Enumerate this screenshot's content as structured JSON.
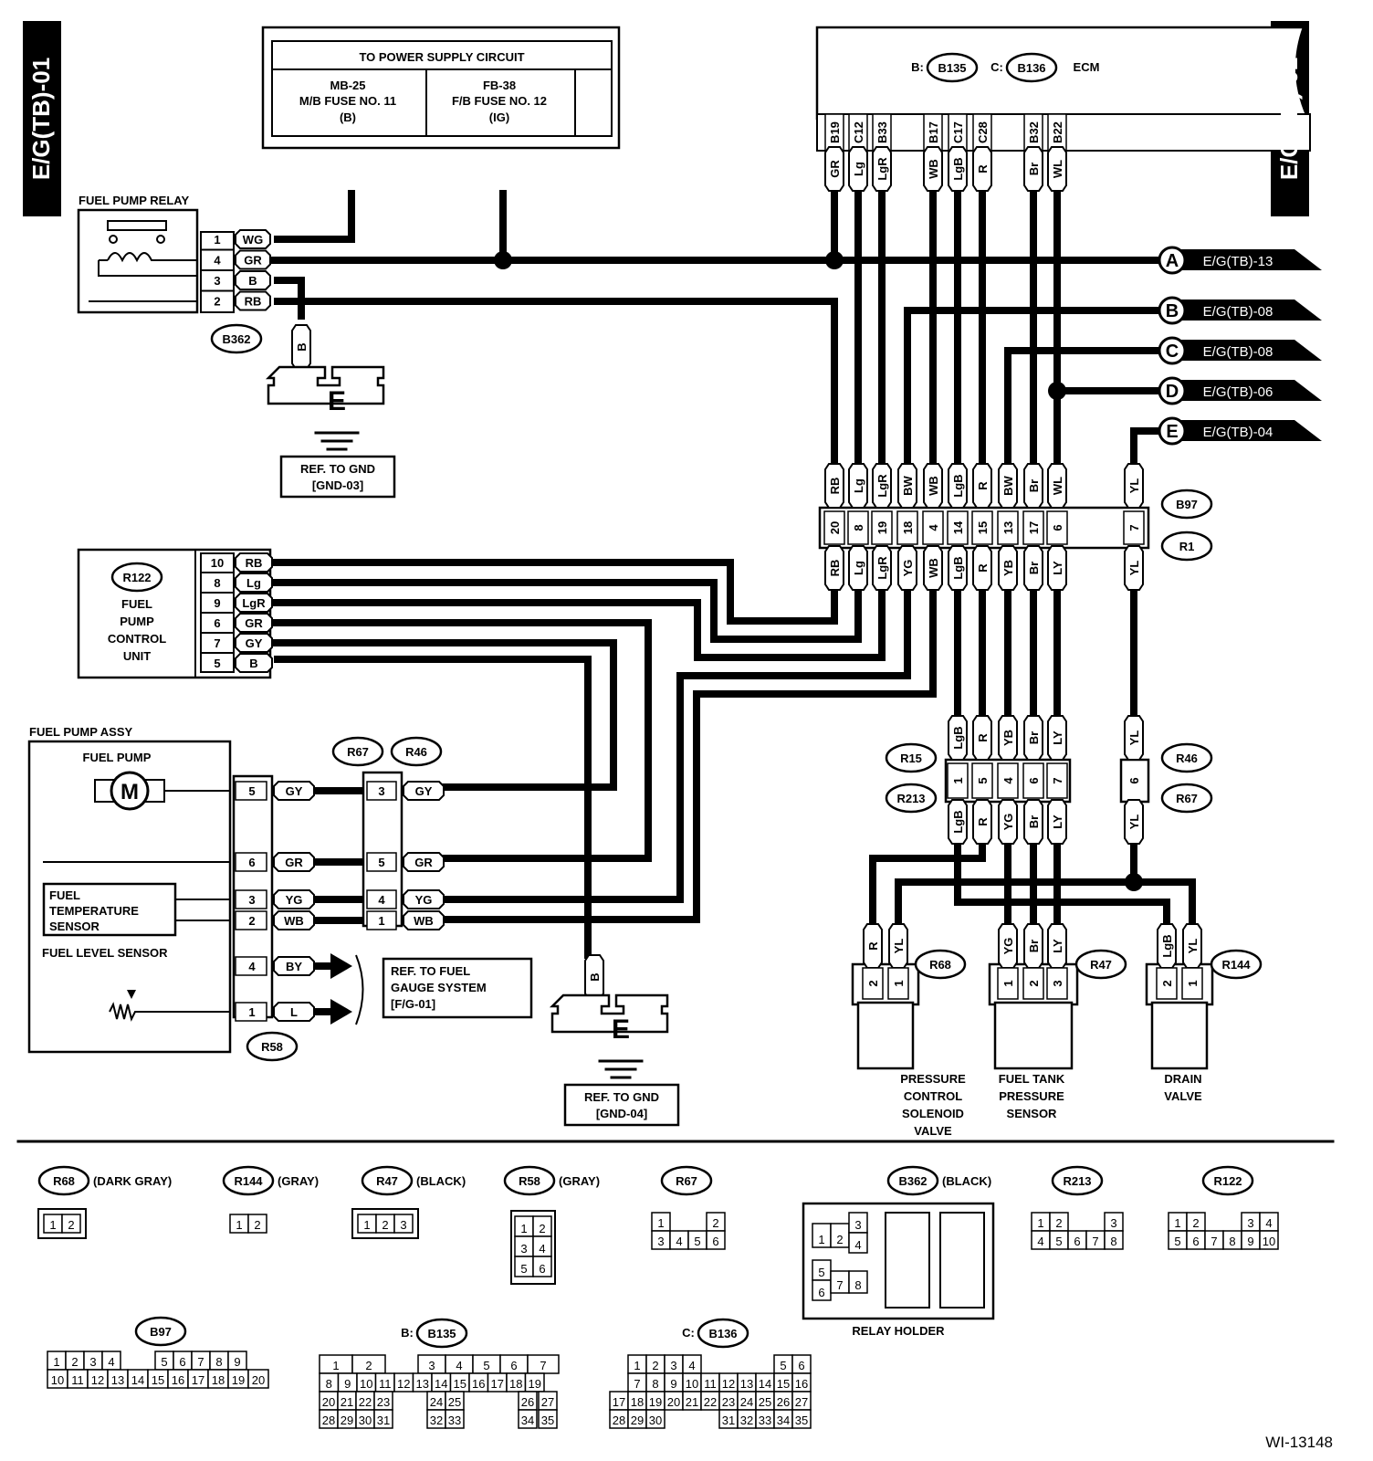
{
  "page_code": "E/G(TB)-01",
  "figure_id": "WI-13148",
  "colors": {
    "ink": "#000000",
    "paper": "#ffffff"
  },
  "power_supply": {
    "title": "TO POWER SUPPLY CIRCUIT",
    "fuses": [
      {
        "line1": "MB-25",
        "line2": "M/B FUSE NO. 11",
        "line3": "(B)",
        "wire": "WG"
      },
      {
        "line1": "FB-38",
        "line2": "F/B FUSE NO. 12",
        "line3": "(IG)",
        "wire": "GR"
      }
    ]
  },
  "ecm": {
    "prefix_b": "B:",
    "conn_b": "B135",
    "prefix_c": "C:",
    "conn_c": "B136",
    "label": "ECM",
    "terminals": [
      {
        "pin": "B19",
        "wire": "GR"
      },
      {
        "pin": "C12",
        "wire": "Lg"
      },
      {
        "pin": "B33",
        "wire": "LgR"
      },
      {
        "pin": "B17",
        "wire": "WB"
      },
      {
        "pin": "C17",
        "wire": "LgB"
      },
      {
        "pin": "C28",
        "wire": "R"
      },
      {
        "pin": "B32",
        "wire": "Br"
      },
      {
        "pin": "B22",
        "wire": "WL"
      }
    ]
  },
  "fuel_pump_relay": {
    "title": "FUEL PUMP RELAY",
    "connector": "B362",
    "pins": [
      {
        "pin": "1",
        "wire": "WG"
      },
      {
        "pin": "4",
        "wire": "GR"
      },
      {
        "pin": "3",
        "wire": "B"
      },
      {
        "pin": "2",
        "wire": "RB"
      }
    ],
    "ground_wire": "B"
  },
  "grounds": [
    {
      "symbol": "E",
      "ref_line1": "REF. TO GND",
      "ref_line2": "[GND-03]",
      "wire": "B"
    },
    {
      "symbol": "E",
      "ref_line1": "REF. TO GND",
      "ref_line2": "[GND-04]",
      "wire": "B"
    }
  ],
  "offpage_refs": [
    {
      "letter": "A",
      "target": "E/G(TB)-13"
    },
    {
      "letter": "B",
      "target": "E/G(TB)-08"
    },
    {
      "letter": "C",
      "target": "E/G(TB)-08"
    },
    {
      "letter": "D",
      "target": "E/G(TB)-06"
    },
    {
      "letter": "E",
      "target": "E/G(TB)-04"
    }
  ],
  "joint_b97_r1": {
    "conn_top": "B97",
    "conn_bottom": "R1",
    "columns": [
      {
        "pin": "20",
        "top": "RB",
        "bottom": "RB"
      },
      {
        "pin": "8",
        "top": "Lg",
        "bottom": "Lg"
      },
      {
        "pin": "19",
        "top": "LgR",
        "bottom": "LgR"
      },
      {
        "pin": "18",
        "top": "BW",
        "bottom": "YG"
      },
      {
        "pin": "4",
        "top": "WB",
        "bottom": "WB"
      },
      {
        "pin": "14",
        "top": "LgB",
        "bottom": "LgB"
      },
      {
        "pin": "15",
        "top": "R",
        "bottom": "R"
      },
      {
        "pin": "13",
        "top": "BW",
        "bottom": "YB"
      },
      {
        "pin": "17",
        "top": "Br",
        "bottom": "Br"
      },
      {
        "pin": "6",
        "top": "WL",
        "bottom": "LY"
      },
      {
        "pin": "7",
        "top": "YL",
        "bottom": "YL"
      }
    ]
  },
  "fuel_pump_control_unit": {
    "connector": "R122",
    "name_lines": [
      "FUEL",
      "PUMP",
      "CONTROL",
      "UNIT"
    ],
    "pins": [
      {
        "pin": "10",
        "wire": "RB"
      },
      {
        "pin": "8",
        "wire": "Lg"
      },
      {
        "pin": "9",
        "wire": "LgR"
      },
      {
        "pin": "6",
        "wire": "GR"
      },
      {
        "pin": "7",
        "wire": "GY"
      },
      {
        "pin": "5",
        "wire": "B"
      }
    ]
  },
  "fuel_pump_assy": {
    "title": "FUEL PUMP ASSY",
    "fuel_pump": "FUEL PUMP",
    "motor": "M",
    "temp_sensor_lines": [
      "FUEL",
      "TEMPERATURE",
      "SENSOR"
    ],
    "level_sensor": "FUEL LEVEL SENSOR",
    "connector": "R58",
    "pins": [
      {
        "pin": "5",
        "wire": "GY"
      },
      {
        "pin": "6",
        "wire": "GR"
      },
      {
        "pin": "3",
        "wire": "YG"
      },
      {
        "pin": "2",
        "wire": "WB"
      },
      {
        "pin": "4",
        "wire": "BY"
      },
      {
        "pin": "1",
        "wire": "L"
      }
    ],
    "gauge_ref_lines": [
      "REF. TO FUEL",
      "GAUGE SYSTEM",
      "[F/G-01]"
    ]
  },
  "joint_r67_r46_left": {
    "conn_left": "R67",
    "conn_right": "R46",
    "rows": [
      {
        "pin": "3",
        "wire": "GY"
      },
      {
        "pin": "5",
        "wire": "GR"
      },
      {
        "pin": "4",
        "wire": "YG"
      },
      {
        "pin": "1",
        "wire": "WB"
      }
    ]
  },
  "joint_r15_r213": {
    "conn_top": "R15",
    "conn_bottom": "R213",
    "columns": [
      {
        "pin": "1",
        "top": "LgB",
        "bottom": "LgB"
      },
      {
        "pin": "5",
        "top": "R",
        "bottom": "R"
      },
      {
        "pin": "4",
        "top": "YB",
        "bottom": "YG"
      },
      {
        "pin": "6",
        "top": "Br",
        "bottom": "Br"
      },
      {
        "pin": "7",
        "top": "LY",
        "bottom": "LY"
      }
    ]
  },
  "joint_r46_r67_right": {
    "conn_top": "R46",
    "conn_bottom": "R67",
    "pin": "6",
    "top": "YL",
    "bottom": "YL"
  },
  "components": [
    {
      "connector": "R68",
      "name_lines": [
        "PRESSURE",
        "CONTROL",
        "SOLENOID",
        "VALVE"
      ],
      "pins": [
        {
          "pin": "2",
          "wire": "R"
        },
        {
          "pin": "1",
          "wire": "YL"
        }
      ]
    },
    {
      "connector": "R47",
      "name_lines": [
        "FUEL TANK",
        "PRESSURE",
        "SENSOR"
      ],
      "pins": [
        {
          "pin": "1",
          "wire": "YG"
        },
        {
          "pin": "2",
          "wire": "Br"
        },
        {
          "pin": "3",
          "wire": "LY"
        }
      ]
    },
    {
      "connector": "R144",
      "name_lines": [
        "DRAIN",
        "VALVE"
      ],
      "pins": [
        {
          "pin": "2",
          "wire": "LgB"
        },
        {
          "pin": "1",
          "wire": "YL"
        }
      ]
    }
  ],
  "connector_views": {
    "r68": {
      "id": "R68",
      "color": "(DARK GRAY)",
      "pins": [
        "1",
        "2"
      ]
    },
    "r144": {
      "id": "R144",
      "color": "(GRAY)",
      "pins": [
        "1",
        "2"
      ]
    },
    "r47": {
      "id": "R47",
      "color": "(BLACK)",
      "pins": [
        "1",
        "2",
        "3"
      ]
    },
    "r58": {
      "id": "R58",
      "color": "(GRAY)",
      "pins": [
        "1",
        "2",
        "3",
        "4",
        "5",
        "6"
      ]
    },
    "r67": {
      "id": "R67",
      "color": "",
      "pins": [
        "1",
        "2",
        "3",
        "4",
        "5",
        "6"
      ]
    },
    "b362": {
      "id": "B362",
      "color": "(BLACK)",
      "pins": [
        "1",
        "2",
        "3",
        "4",
        "5",
        "6",
        "7",
        "8"
      ],
      "caption": "RELAY HOLDER"
    },
    "r213": {
      "id": "R213",
      "color": "",
      "pins": [
        "1",
        "2",
        "3",
        "4",
        "5",
        "6",
        "7",
        "8"
      ]
    },
    "r122": {
      "id": "R122",
      "color": "",
      "pins": [
        "1",
        "2",
        "3",
        "4",
        "5",
        "6",
        "7",
        "8",
        "9",
        "10"
      ]
    },
    "b97": {
      "id": "B97",
      "color": "",
      "row1": [
        "1",
        "2",
        "3",
        "4",
        "5",
        "6",
        "7",
        "8",
        "9"
      ],
      "row2": [
        "10",
        "11",
        "12",
        "13",
        "14",
        "15",
        "16",
        "17",
        "18",
        "19",
        "20"
      ]
    },
    "b135": {
      "id": "B135",
      "prefix": "B:",
      "rows": [
        [
          "1",
          "2",
          "",
          "3",
          "4",
          "5",
          "6",
          "7"
        ],
        [
          "8",
          "9",
          "10",
          "11",
          "12",
          "13",
          "14",
          "15",
          "16",
          "17",
          "18",
          "19"
        ],
        [
          "20",
          "21",
          "22",
          "23",
          "24",
          "25",
          "26",
          "27"
        ],
        [
          "28",
          "29",
          "30",
          "31",
          "32",
          "33",
          "34",
          "35"
        ]
      ]
    },
    "b136": {
      "id": "B136",
      "prefix": "C:",
      "rows": [
        [
          "1",
          "2",
          "3",
          "4",
          "5",
          "6"
        ],
        [
          "7",
          "8",
          "9",
          "10",
          "11",
          "12",
          "13",
          "14",
          "15",
          "16"
        ],
        [
          "17",
          "18",
          "19",
          "20",
          "21",
          "22",
          "23",
          "24",
          "25",
          "26",
          "27"
        ],
        [
          "28",
          "29",
          "30",
          "31",
          "32",
          "33",
          "34",
          "35"
        ]
      ]
    }
  }
}
